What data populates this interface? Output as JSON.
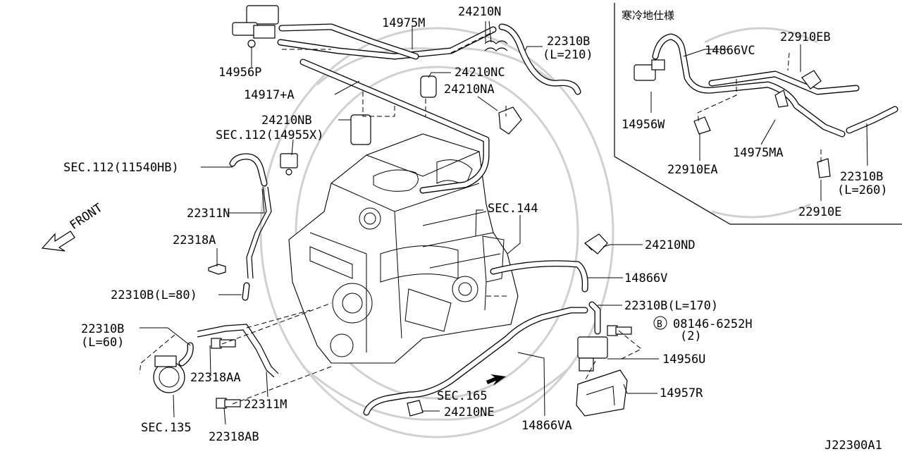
{
  "diagram": {
    "inset_title": "寒冷地仕様",
    "labels": {
      "p14956P": "14956P",
      "p14975M": "14975M",
      "p24210N": "24210N",
      "p22310B_210_a": "22310B",
      "p22310B_210_b": "(L=210)",
      "p24210NC": "24210NC",
      "p14917A": "14917+A",
      "p24210NA": "24210NA",
      "p24210NB": "24210NB",
      "sec112_14955X": "SEC.112(14955X)",
      "sec112_11540HB": "SEC.112(11540HB)",
      "p22311N": "22311N",
      "p22318A": "22318A",
      "p22310B_80": "22310B(L=80)",
      "p22310B_60_a": "22310B",
      "p22310B_60_b": "(L=60)",
      "p22318AA": "22318AA",
      "p22311M": "22311M",
      "sec135": "SEC.135",
      "p22318AB": "22318AB",
      "sec144": "SEC.144",
      "p24210ND": "24210ND",
      "p14866V": "14866V",
      "p22310B_170": "22310B(L=170)",
      "bolt_circle": "B",
      "bolt_08146": "08146-6252H",
      "bolt_qty": "(2)",
      "p14956U": "14956U",
      "sec165": "SEC.165",
      "p14957R": "14957R",
      "p24210NE": "24210NE",
      "p14866VA": "14866VA",
      "front": "FRONT",
      "p14866VC": "14866VC",
      "p22910EB": "22910EB",
      "p14956W": "14956W",
      "p14975MA": "14975MA",
      "p22910EA": "22910EA",
      "p22310B_260_a": "22310B",
      "p22310B_260_b": "(L=260)",
      "p22910E": "22910E",
      "figure_code": "J22300A1"
    }
  }
}
